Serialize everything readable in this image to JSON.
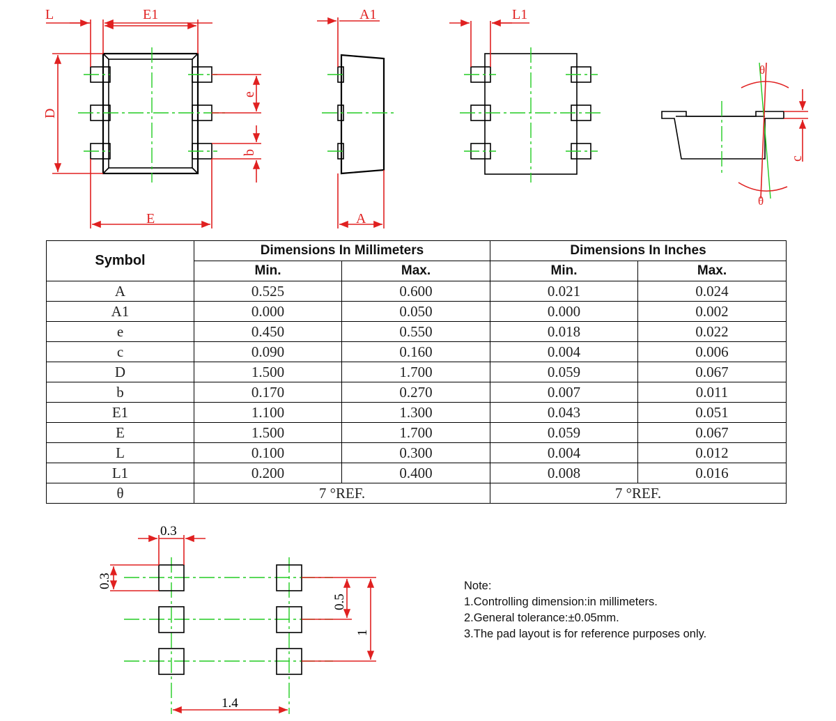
{
  "labels": {
    "L": "L",
    "E1": "E1",
    "A1": "A1",
    "L1": "L1",
    "D": "D",
    "e": "e",
    "b": "b",
    "E": "E",
    "A": "A",
    "c": "c",
    "theta_top": "θ",
    "theta_bottom": "θ"
  },
  "table": {
    "symbol_header": "Symbol",
    "mm_header": "Dimensions In Millimeters",
    "in_header": "Dimensions In Inches",
    "min_label": "Min.",
    "max_label": "Max.",
    "rows": [
      {
        "symbol": "A",
        "mm_min": "0.525",
        "mm_max": "0.600",
        "in_min": "0.021",
        "in_max": "0.024"
      },
      {
        "symbol": "A1",
        "mm_min": "0.000",
        "mm_max": "0.050",
        "in_min": "0.000",
        "in_max": "0.002"
      },
      {
        "symbol": "e",
        "mm_min": "0.450",
        "mm_max": "0.550",
        "in_min": "0.018",
        "in_max": "0.022"
      },
      {
        "symbol": "c",
        "mm_min": "0.090",
        "mm_max": "0.160",
        "in_min": "0.004",
        "in_max": "0.006"
      },
      {
        "symbol": "D",
        "mm_min": "1.500",
        "mm_max": "1.700",
        "in_min": "0.059",
        "in_max": "0.067"
      },
      {
        "symbol": "b",
        "mm_min": "0.170",
        "mm_max": "0.270",
        "in_min": "0.007",
        "in_max": "0.011"
      },
      {
        "symbol": "E1",
        "mm_min": "1.100",
        "mm_max": "1.300",
        "in_min": "0.043",
        "in_max": "0.051"
      },
      {
        "symbol": "E",
        "mm_min": "1.500",
        "mm_max": "1.700",
        "in_min": "0.059",
        "in_max": "0.067"
      },
      {
        "symbol": "L",
        "mm_min": "0.100",
        "mm_max": "0.300",
        "in_min": "0.004",
        "in_max": "0.012"
      },
      {
        "symbol": "L1",
        "mm_min": "0.200",
        "mm_max": "0.400",
        "in_min": "0.008",
        "in_max": "0.016"
      }
    ],
    "theta_row": {
      "symbol": "θ",
      "mm_value": "7 °REF.",
      "in_value": "7 °REF."
    }
  },
  "pad_layout": {
    "width_label": "0.3",
    "height_label": "0.3",
    "pitch_label": "0.5",
    "span_label": "1",
    "spacing_label": "1.4"
  },
  "notes": [
    "Note:",
    "1.Controlling dimension:in millimeters.",
    "2.General tolerance:±0.05mm.",
    "3.The pad layout is for reference purposes only."
  ],
  "colors": {
    "dimension": "#e02020",
    "centerline": "#22cc22",
    "outline": "#000000"
  }
}
